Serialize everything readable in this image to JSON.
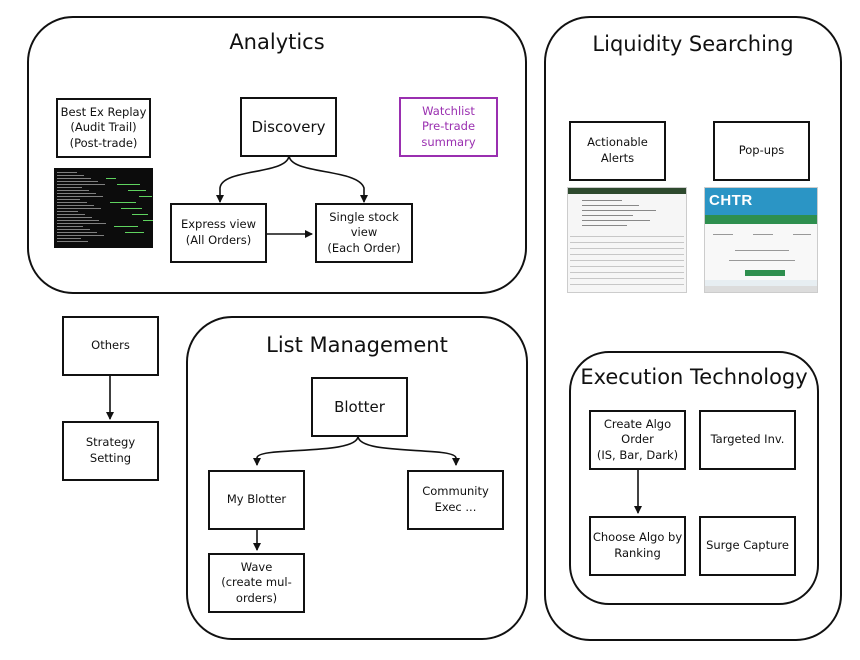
{
  "groups": {
    "analytics": "Analytics",
    "liquidity": "Liquidity Searching",
    "list_management": "List Management",
    "execution": "Execution Technology"
  },
  "boxes": {
    "best_ex": "Best Ex Replay\n(Audit Trail)\n(Post-trade)",
    "discovery": "Discovery",
    "watchlist": "Watchlist\nPre-trade summary",
    "express_view": "Express view\n(All Orders)",
    "single_stock": "Single stock view\n(Each Order)",
    "actionable_alerts": "Actionable Alerts",
    "popups": "Pop-ups",
    "others": "Others",
    "strategy_setting": "Strategy Setting",
    "blotter": "Blotter",
    "my_blotter": "My Blotter",
    "community_exec": "Community Exec ...",
    "wave": "Wave\n(create mul-orders)",
    "create_algo": "Create Algo Order\n(IS, Bar, Dark)",
    "targeted_inv": "Targeted Inv.",
    "choose_algo": "Choose Algo by\nRanking",
    "surge_capture": "Surge Capture"
  },
  "thumbnails": {
    "popup_ticker": "CHTR"
  },
  "colors": {
    "watchlist": "#9a2fb0",
    "popup_header": "#2b95c5",
    "popup_action": "#2e8f4f",
    "terminal_bg": "#0c0c0c"
  }
}
